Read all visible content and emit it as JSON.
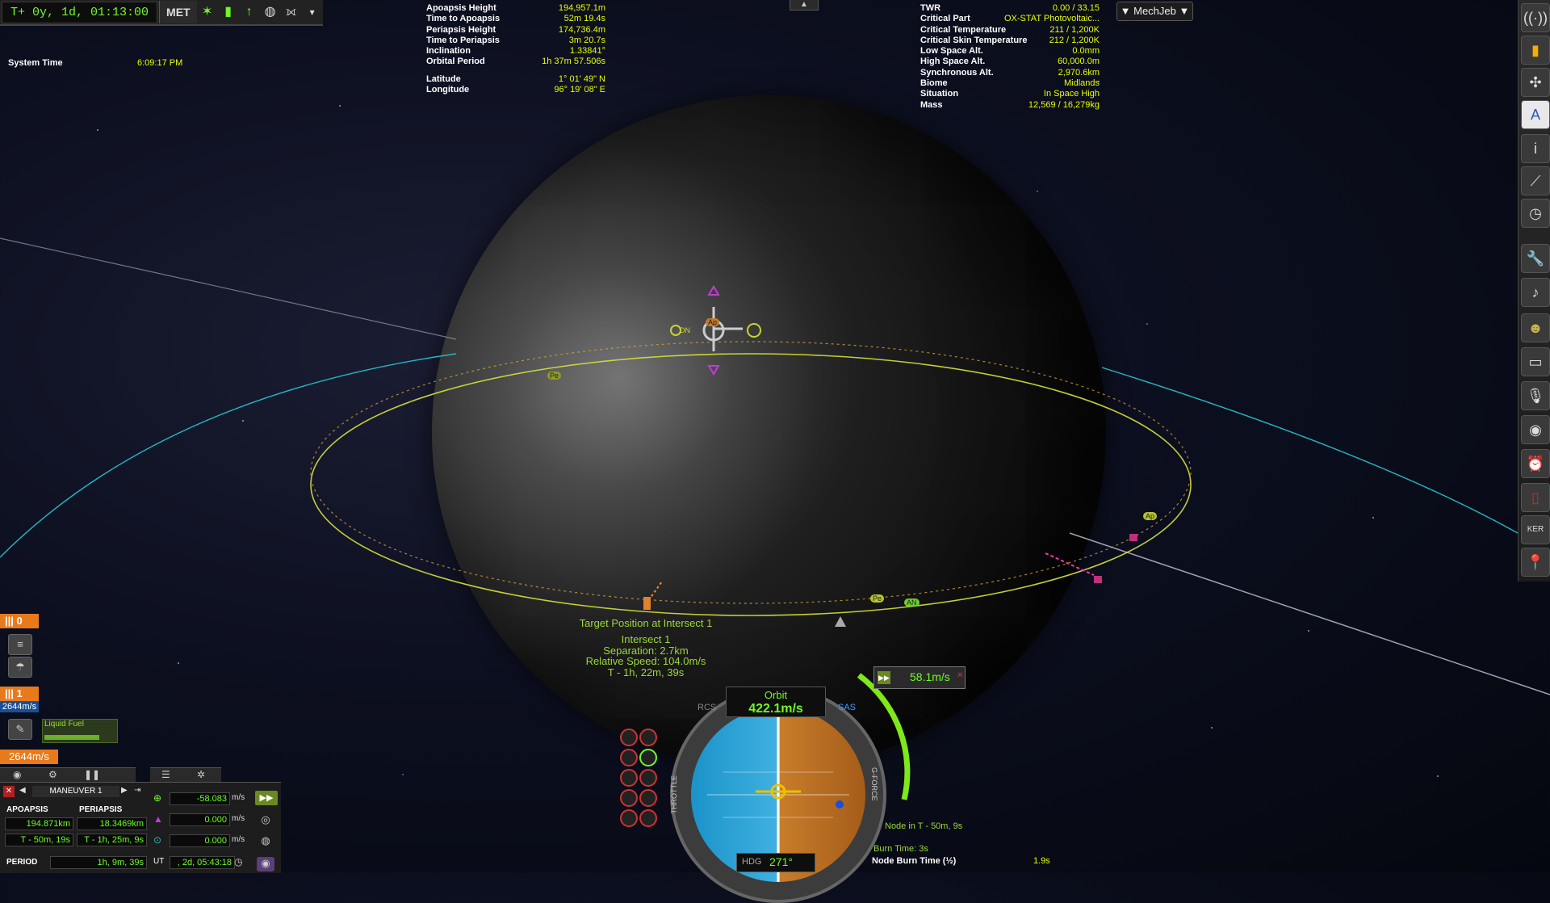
{
  "met": {
    "time": "T+ 0y, 1d, 01:13:00",
    "label": "MET"
  },
  "system_time": {
    "label": "System Time",
    "value": "6:09:17 PM"
  },
  "orbit_info": [
    {
      "label": "Apoapsis Height",
      "value": "194,957.1m"
    },
    {
      "label": "Time to Apoapsis",
      "value": "52m 19.4s"
    },
    {
      "label": "Periapsis Height",
      "value": "174,736.4m"
    },
    {
      "label": "Time to Periapsis",
      "value": "3m 20.7s"
    },
    {
      "label": "Inclination",
      "value": "1.33841°"
    },
    {
      "label": "Orbital Period",
      "value": "1h 37m 57.506s"
    }
  ],
  "position_info": [
    {
      "label": "Latitude",
      "value": "1° 01' 49\" N"
    },
    {
      "label": "Longitude",
      "value": "96° 19' 08\" E"
    }
  ],
  "vessel_info": [
    {
      "label": "TWR",
      "value": "0.00 / 33.15"
    },
    {
      "label": "Critical Part",
      "value": "OX-STAT Photovoltaic..."
    },
    {
      "label": "Critical Temperature",
      "value": "211 / 1,200K"
    },
    {
      "label": "Critical Skin Temperature",
      "value": "212 / 1,200K"
    },
    {
      "label": "Low Space Alt.",
      "value": "0.0mm"
    },
    {
      "label": "High Space Alt.",
      "value": "60,000.0m"
    },
    {
      "label": "Synchronous Alt.",
      "value": "2,970.6km"
    },
    {
      "label": "Biome",
      "value": "Midlands"
    },
    {
      "label": "Situation",
      "value": "In Space High"
    },
    {
      "label": "Mass",
      "value": "12,569 / 16,279kg"
    }
  ],
  "mechjeb": {
    "label": "▼ MechJeb ▼"
  },
  "markers": {
    "ap": "Ap",
    "pe": "Pe",
    "an": "AN",
    "dn": "DN"
  },
  "intersect": {
    "target_label": "Target Position at Intersect 1",
    "title": "Intersect 1",
    "separation": "Separation: 2.7km",
    "rel_speed": "Relative Speed: 104.0m/s",
    "time": "T - 1h, 22m, 39s"
  },
  "staging": {
    "stage0": "0",
    "stage1": "1",
    "stage1_dv": "2644m/s",
    "fuel_label": "Liquid Fuel",
    "total_dv": "2644m/s"
  },
  "maneuver": {
    "name": "MANEUVER 1",
    "prograde": "-58.083",
    "normal": "0.000",
    "radial": "0.000",
    "unit": "m/s",
    "apoapsis_label": "APOAPSIS",
    "periapsis_label": "PERIAPSIS",
    "apoapsis": "194.871km",
    "periapsis": "18.3469km",
    "apo_time": "T - 50m, 19s",
    "peri_time": "T - 1h, 25m, 9s",
    "period_label": "PERIOD",
    "period": "1h, 9m, 39s",
    "ut_label": "UT",
    "ut": ", 2d, 05:43:18"
  },
  "navball": {
    "mode": "Orbit",
    "speed": "422.1m/s",
    "rcs": "RCS",
    "sas": "SAS",
    "hdg_label": "HDG",
    "heading": "271°",
    "throttle": "THROTTLE",
    "gforce": "G-FORCE"
  },
  "node": {
    "dv": "58.1m/s",
    "node_in": "Node in T - 50m, 9s",
    "burn_time": "Burn Time: 3s",
    "node_burn_label": "Node Burn Time (½)",
    "node_burn_value": "1.9s"
  },
  "colors": {
    "green": "#6dfd24",
    "yellow": "#e6ff00",
    "orange": "#e87a1c",
    "orbit_yellow": "#d7e13a",
    "orbit_cyan": "#25b7c4"
  }
}
